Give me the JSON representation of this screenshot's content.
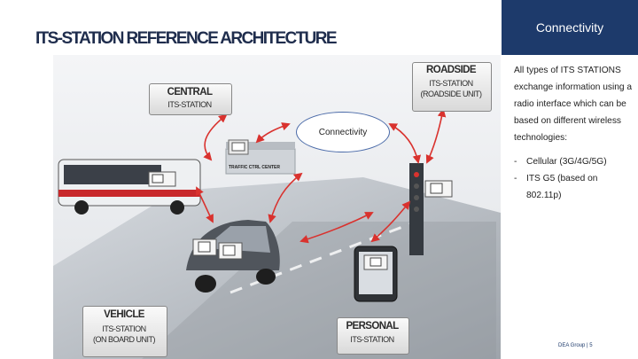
{
  "page": {
    "title": "ITS-STATION REFERENCE ARCHITECTURE"
  },
  "panel": {
    "header": "Connectivity",
    "description": "All types of ITS STATIONS exchange information using a radio interface which can be based on different wireless technologies:",
    "bullets": [
      "Cellular (3G/4G/5G)",
      "ITS G5 (based on 802.11p)"
    ]
  },
  "diagram": {
    "center_label": "Connectivity",
    "traffic_center_label": "TRAFFIC CTRL CENTER",
    "roadside": {
      "main": "ROADSIDE",
      "sub1": "ITS-STATION",
      "sub2": "(ROADSIDE UNIT)"
    },
    "central": {
      "main": "CENTRAL",
      "sub1": "ITS-STATION"
    },
    "vehicle": {
      "main": "VEHICLE",
      "sub1": "ITS-STATION",
      "sub2": "(ON BOARD UNIT)"
    },
    "personal": {
      "main": "PERSONAL",
      "sub1": "ITS-STATION"
    }
  },
  "footer": {
    "text": "DEA Group | 5"
  },
  "colors": {
    "panel_bg": "#1d3a6b",
    "arrow": "#d9322e",
    "title": "#1f2d4d"
  }
}
